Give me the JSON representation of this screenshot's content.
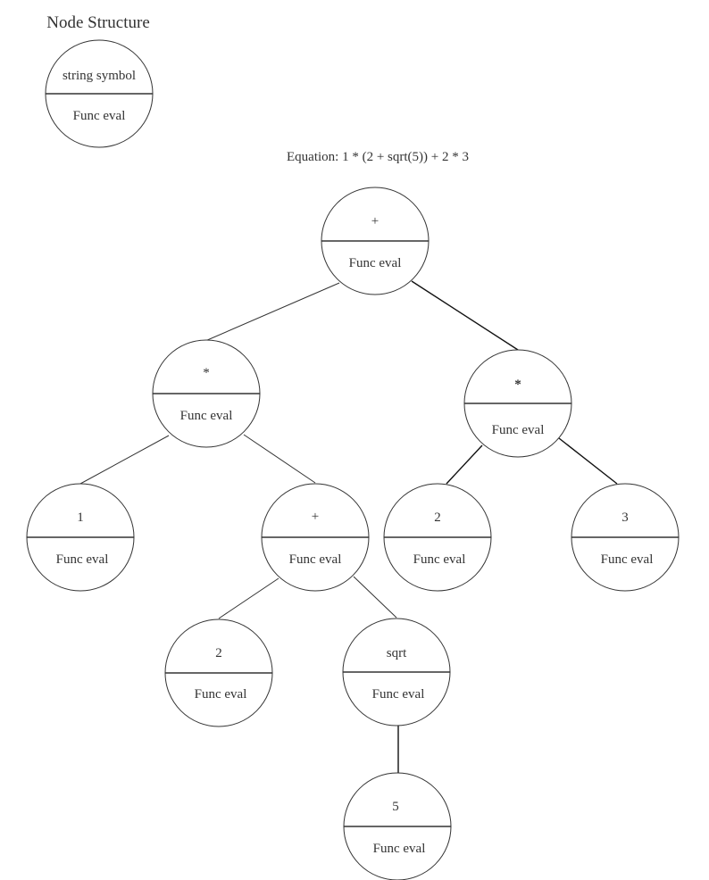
{
  "legend": {
    "title": "Node Structure",
    "symbol": "string symbol",
    "eval": "Func eval"
  },
  "equation_label": "Equation: 1 * (2 + sqrt(5)) + 2 * 3",
  "nodes": [
    {
      "id": "n1",
      "symbol": "+",
      "eval": "Func eval"
    },
    {
      "id": "n2",
      "symbol": "*",
      "eval": "Func eval"
    },
    {
      "id": "n3",
      "symbol": "*",
      "eval": "Func eval"
    },
    {
      "id": "n4",
      "symbol": "1",
      "eval": "Func eval"
    },
    {
      "id": "n5",
      "symbol": "+",
      "eval": "Func eval"
    },
    {
      "id": "n6",
      "symbol": "2",
      "eval": "Func eval"
    },
    {
      "id": "n7",
      "symbol": "3",
      "eval": "Func eval"
    },
    {
      "id": "n8",
      "symbol": "2",
      "eval": "Func eval"
    },
    {
      "id": "n9",
      "symbol": "sqrt",
      "eval": "Func eval"
    },
    {
      "id": "n10",
      "symbol": "5",
      "eval": "Func eval"
    }
  ],
  "edges": [
    {
      "from": "n1",
      "to": "n2"
    },
    {
      "from": "n1",
      "to": "n3"
    },
    {
      "from": "n2",
      "to": "n4"
    },
    {
      "from": "n2",
      "to": "n5"
    },
    {
      "from": "n3",
      "to": "n6"
    },
    {
      "from": "n3",
      "to": "n7"
    },
    {
      "from": "n5",
      "to": "n8"
    },
    {
      "from": "n5",
      "to": "n9"
    },
    {
      "from": "n9",
      "to": "n10"
    }
  ]
}
